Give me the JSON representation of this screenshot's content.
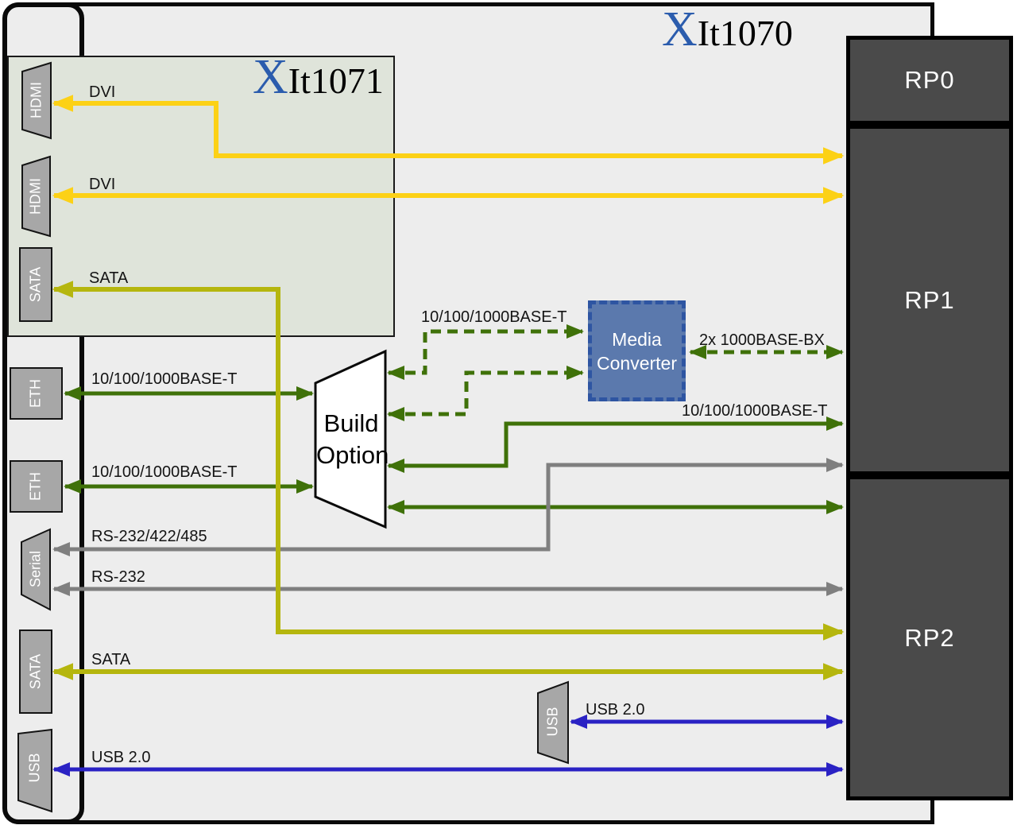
{
  "title": {
    "brand_x": "X",
    "model": "It1070"
  },
  "inner_module": {
    "brand_x": "X",
    "model": "It1071"
  },
  "rp_modules": [
    {
      "label": "RP0"
    },
    {
      "label": "RP1"
    },
    {
      "label": "RP2"
    }
  ],
  "build_option": {
    "line1": "Build",
    "line2": "Option"
  },
  "media_converter": {
    "line1": "Media",
    "line2": "Converter"
  },
  "connectors": {
    "hdmi_top": "HDMI",
    "hdmi_mid": "HDMI",
    "sata_top": "SATA",
    "eth_top": "ETH",
    "eth_bottom": "ETH",
    "serial": "Serial",
    "sata_bottom": "SATA",
    "usb_panel": "USB",
    "usb_internal": "USB"
  },
  "links": {
    "dvi_top": "DVI",
    "dvi_mid": "DVI",
    "sata_top": "SATA",
    "eth_top": "10/100/1000BASE-T",
    "eth_bottom": "10/100/1000BASE-T",
    "media_in": "10/100/1000BASE-T",
    "media_out": "2x 1000BASE-BX",
    "rp1_eth": "10/100/1000BASE-T",
    "serial_multi": "RS-232/422/485",
    "serial_rs232": "RS-232",
    "sata_bottom": "SATA",
    "usb_internal": "USB 2.0",
    "usb_panel": "USB 2.0"
  },
  "colors": {
    "dvi_yellow": "#fcd116",
    "sata_olive": "#b5b60e",
    "ethernet_green": "#3f7109",
    "serial_gray": "#7f7f7f",
    "usb_blue": "#2a22c4",
    "brand_blue": "#2b5cad",
    "media_converter_fill": "#5b79ad",
    "media_converter_border": "#2e55a2",
    "rp_fill": "#4a4a4a",
    "inner_module_fill": "#dfe4da",
    "chassis_fill": "#ededed"
  }
}
